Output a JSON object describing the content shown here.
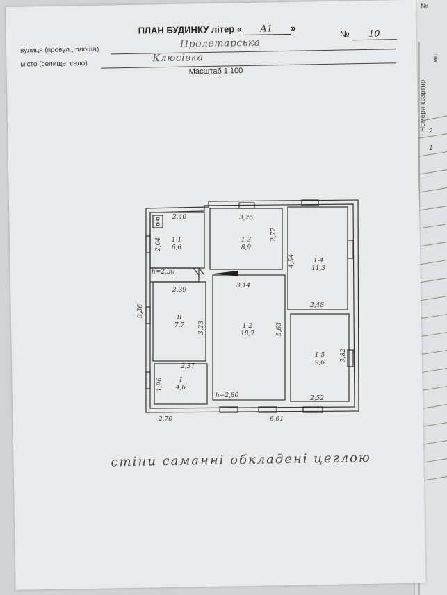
{
  "header": {
    "title": "ПЛАН БУДИНКУ літер «",
    "title_end": "»",
    "liter_value": "А1",
    "number_label": "№",
    "number_value": "10"
  },
  "fields": {
    "street_label": "вулиця (провул., площа)",
    "street_value": "Пролетарська",
    "city_label": "місто (селище, село)",
    "city_value": "Клюсівка"
  },
  "scale": "Масштаб 1:100",
  "plan": {
    "rooms": [
      {
        "id": "1-1",
        "area": "6,6"
      },
      {
        "id": "1-3",
        "area": "8,9"
      },
      {
        "id": "1-4",
        "area": "11,3"
      },
      {
        "id": "II",
        "area": "7,7"
      },
      {
        "id": "1-2",
        "area": "18,2"
      },
      {
        "id": "1-5",
        "area": "9,6"
      },
      {
        "id": "I",
        "area": "4,6"
      }
    ],
    "dimensions": [
      "2,40",
      "3,26",
      "2,77",
      "2,04",
      "4,54",
      "h=2,30",
      "3,14",
      "2,39",
      "2,48",
      "9,36",
      "3,23",
      "5,63",
      "2,37",
      "3,82",
      "1,96",
      "h=2,80",
      "2,52",
      "2,70",
      "6,61"
    ]
  },
  "note": "стіни саманні обкладені цеглою",
  "right_sheet": {
    "top_text": "№",
    "side_label": "Номери квартир",
    "side_label_2": "міс",
    "row_1": "2",
    "row_2": "1"
  }
}
